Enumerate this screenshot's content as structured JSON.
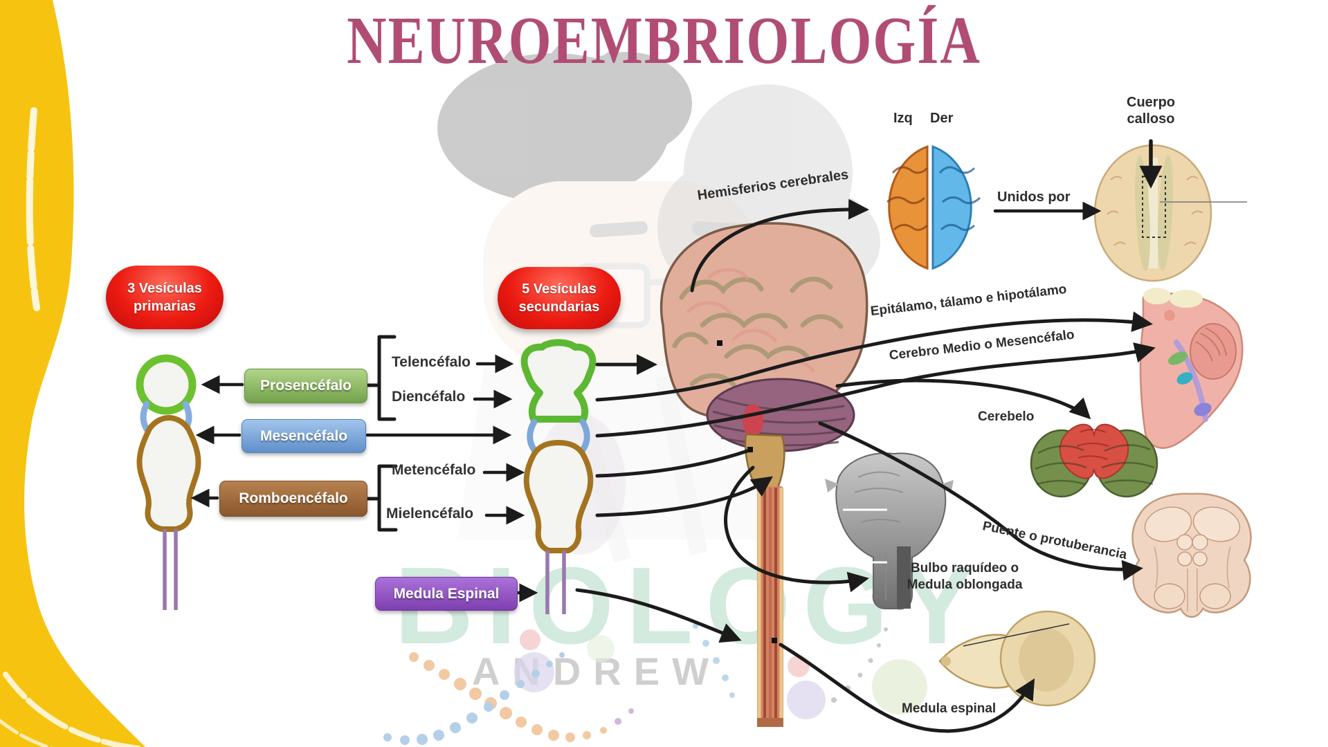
{
  "title": "NEUROEMBRIOLOGÍA",
  "badges": {
    "primary": {
      "line1": "3 Vesículas",
      "line2": "primarias"
    },
    "secondary": {
      "line1": "5 Vesículas",
      "line2": "secundarias"
    }
  },
  "primary_vesicles": {
    "prosencefalo": "Prosencéfalo",
    "mesencefalo": "Mesencéfalo",
    "romboencefalo": "Romboencéfalo"
  },
  "secondary_vesicles": {
    "telencefalo": "Telencéfalo",
    "diencefalo": "Diencéfalo",
    "metencefalo": "Metencéfalo",
    "mielencefalo": "Mielencéfalo"
  },
  "spinal": {
    "label": "Medula Espinal"
  },
  "annotations": {
    "izq": "Izq",
    "der": "Der",
    "cuerpo_calloso_line1": "Cuerpo",
    "cuerpo_calloso_line2": "calloso",
    "hemisferios": "Hemisferios cerebrales",
    "unidos_por": "Unidos por",
    "epitalamo": "Epitálamo, tálamo e hipotálamo",
    "cerebro_medio": "Cerebro Medio o Mesencéfalo",
    "cerebelo": "Cerebelo",
    "puente": "Puente o protuberancia",
    "bulbo_line1": "Bulbo raquídeo o",
    "bulbo_line2": "Medula oblongada",
    "medula_espinal": "Medula espinal"
  },
  "watermark": {
    "brand": "BIOLOGY",
    "author": "ANDREW"
  },
  "colors": {
    "title": "#b14d74",
    "side_accent": "#f6c410",
    "badge_red": "#e01310",
    "prosencefalo_green": "#74a24b",
    "mesencefalo_blue": "#5f8fc9",
    "romboencefalo_brown": "#8a562c",
    "medula_purple": "#7e3fae",
    "arrow_black": "#1b1b1b"
  }
}
